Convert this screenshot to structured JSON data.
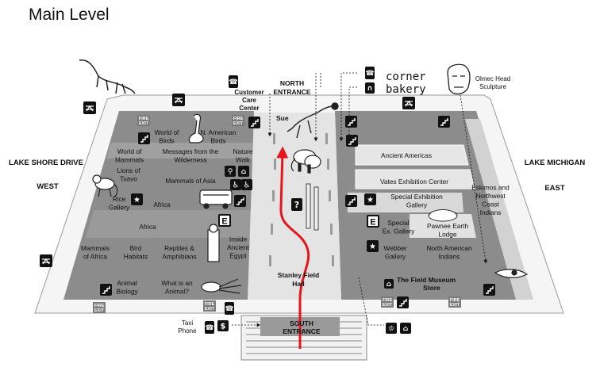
{
  "title": "Main Level",
  "directions": {
    "west_road": "LAKE SHORE DRIVE",
    "west": "WEST",
    "east_lake": "LAKE MICHIGAN",
    "east": "EAST"
  },
  "entrances": {
    "north": [
      "NORTH",
      "ENTRANCE"
    ],
    "south": [
      "SOUTH",
      "ENTRANCE"
    ]
  },
  "services": {
    "customer_care": [
      "Customer",
      "Care",
      "Center"
    ],
    "corner_bakery": [
      "corner",
      "bakery"
    ],
    "olmec_head": [
      "Olmec Head",
      "Sculpture"
    ],
    "taxi_phone": [
      "Taxi",
      "Phone"
    ],
    "store": [
      "The Field Museum",
      "Store"
    ]
  },
  "central_hall": {
    "sue": "Sue",
    "stanley": [
      "Stanley Field",
      "Hall"
    ]
  },
  "exhibits_west": [
    {
      "lines": [
        "World of",
        "Birds"
      ]
    },
    {
      "lines": [
        "N. American",
        "Birds"
      ]
    },
    {
      "lines": [
        "World of",
        "Mammals"
      ]
    },
    {
      "lines": [
        "Messages from the",
        "Wilderness"
      ]
    },
    {
      "lines": [
        "Nature",
        "Walk"
      ]
    },
    {
      "lines": [
        "Lions of",
        "Tsavo"
      ]
    },
    {
      "lines": [
        "Mammals of Asia"
      ]
    },
    {
      "lines": [
        "Rice",
        "Gallery"
      ]
    },
    {
      "lines": [
        "Africa"
      ]
    },
    {
      "lines": [
        "Africa"
      ]
    },
    {
      "lines": [
        "Mammals",
        "of Africa"
      ]
    },
    {
      "lines": [
        "Bird",
        "Habitats"
      ]
    },
    {
      "lines": [
        "Reptiles &",
        "Amphibians"
      ]
    },
    {
      "lines": [
        "Inside",
        "Ancient",
        "Egypt"
      ]
    },
    {
      "lines": [
        "Animal",
        "Biology"
      ]
    },
    {
      "lines": [
        "What is an",
        "Animal?"
      ]
    }
  ],
  "exhibits_east": [
    {
      "lines": [
        "Ancient Americas"
      ]
    },
    {
      "lines": [
        "Vates Exhibition Center"
      ]
    },
    {
      "lines": [
        "Special Exhibition",
        "Gallery"
      ]
    },
    {
      "lines": [
        "Eskimos and",
        "Northwest",
        "Coast",
        "Indians"
      ]
    },
    {
      "lines": [
        "Special",
        "Ex. Gallery"
      ]
    },
    {
      "lines": [
        "Pawnee Earth",
        "Lodge"
      ]
    },
    {
      "lines": [
        "Webber",
        "Gallery"
      ]
    },
    {
      "lines": [
        "North American",
        "Indians"
      ]
    }
  ],
  "labels": {
    "fire_exit": [
      "FIRE",
      "EXIT"
    ],
    "elevator": "E"
  },
  "icons": [
    "picnic-table-icon",
    "stairs-icon",
    "phone-icon",
    "restaurant-icon",
    "restroom-icon",
    "baby-changing-icon",
    "accessible-icon",
    "elevator-icon",
    "star-icon",
    "info-icon",
    "atm-icon",
    "coat-check-icon",
    "store-icon"
  ],
  "colors": {
    "floor": "#8c8c8c",
    "light_floor": "#dcdcdc",
    "hall": "#e4e4e4",
    "route": "#e8141c",
    "ink": "#111111"
  }
}
